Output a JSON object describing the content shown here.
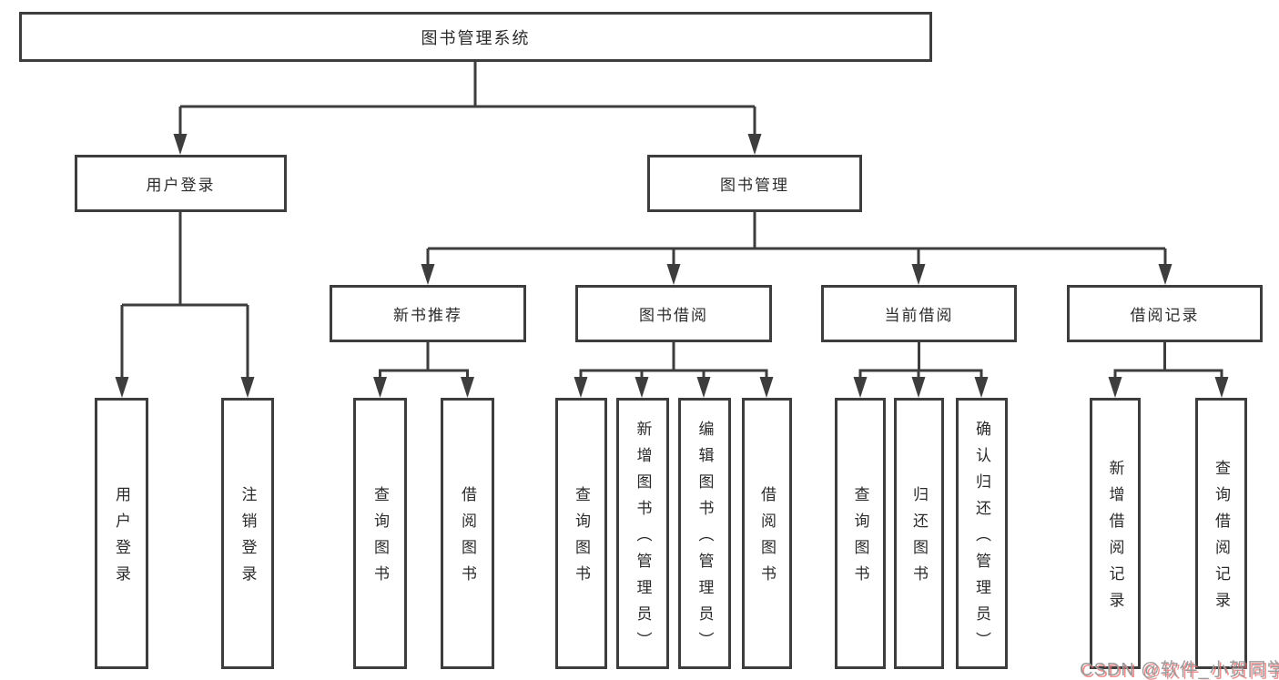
{
  "diagram": {
    "type": "tree",
    "title": "图书管理系统",
    "colors": {
      "line": "#3d3d3d",
      "node_text": "#2b2b2b",
      "background": "#ffffff",
      "watermark_gray": "#9b9b9b",
      "watermark_red": "#e86a6a"
    },
    "tree": {
      "root": {
        "label": "图书管理系统"
      },
      "branches": [
        {
          "label": "用户登录",
          "children": [
            {
              "label": "用户登录"
            },
            {
              "label": "注销登录"
            }
          ]
        },
        {
          "label": "图书管理",
          "children": [
            {
              "label": "新书推荐",
              "children": [
                {
                  "label": "查询图书"
                },
                {
                  "label": "借阅图书"
                }
              ]
            },
            {
              "label": "图书借阅",
              "children": [
                {
                  "label": "查询图书"
                },
                {
                  "label": "新增图书（管理员）"
                },
                {
                  "label": "编辑图书（管理员）"
                },
                {
                  "label": "借阅图书"
                }
              ]
            },
            {
              "label": "当前借阅",
              "children": [
                {
                  "label": "查询图书"
                },
                {
                  "label": "归还图书"
                },
                {
                  "label": "确认归还（管理员）"
                }
              ]
            },
            {
              "label": "借阅记录",
              "children": [
                {
                  "label": "新增借阅记录"
                },
                {
                  "label": "查询借阅记录"
                }
              ]
            }
          ]
        }
      ]
    },
    "watermark": {
      "text": "CSDN @软件_小贺同学"
    }
  }
}
